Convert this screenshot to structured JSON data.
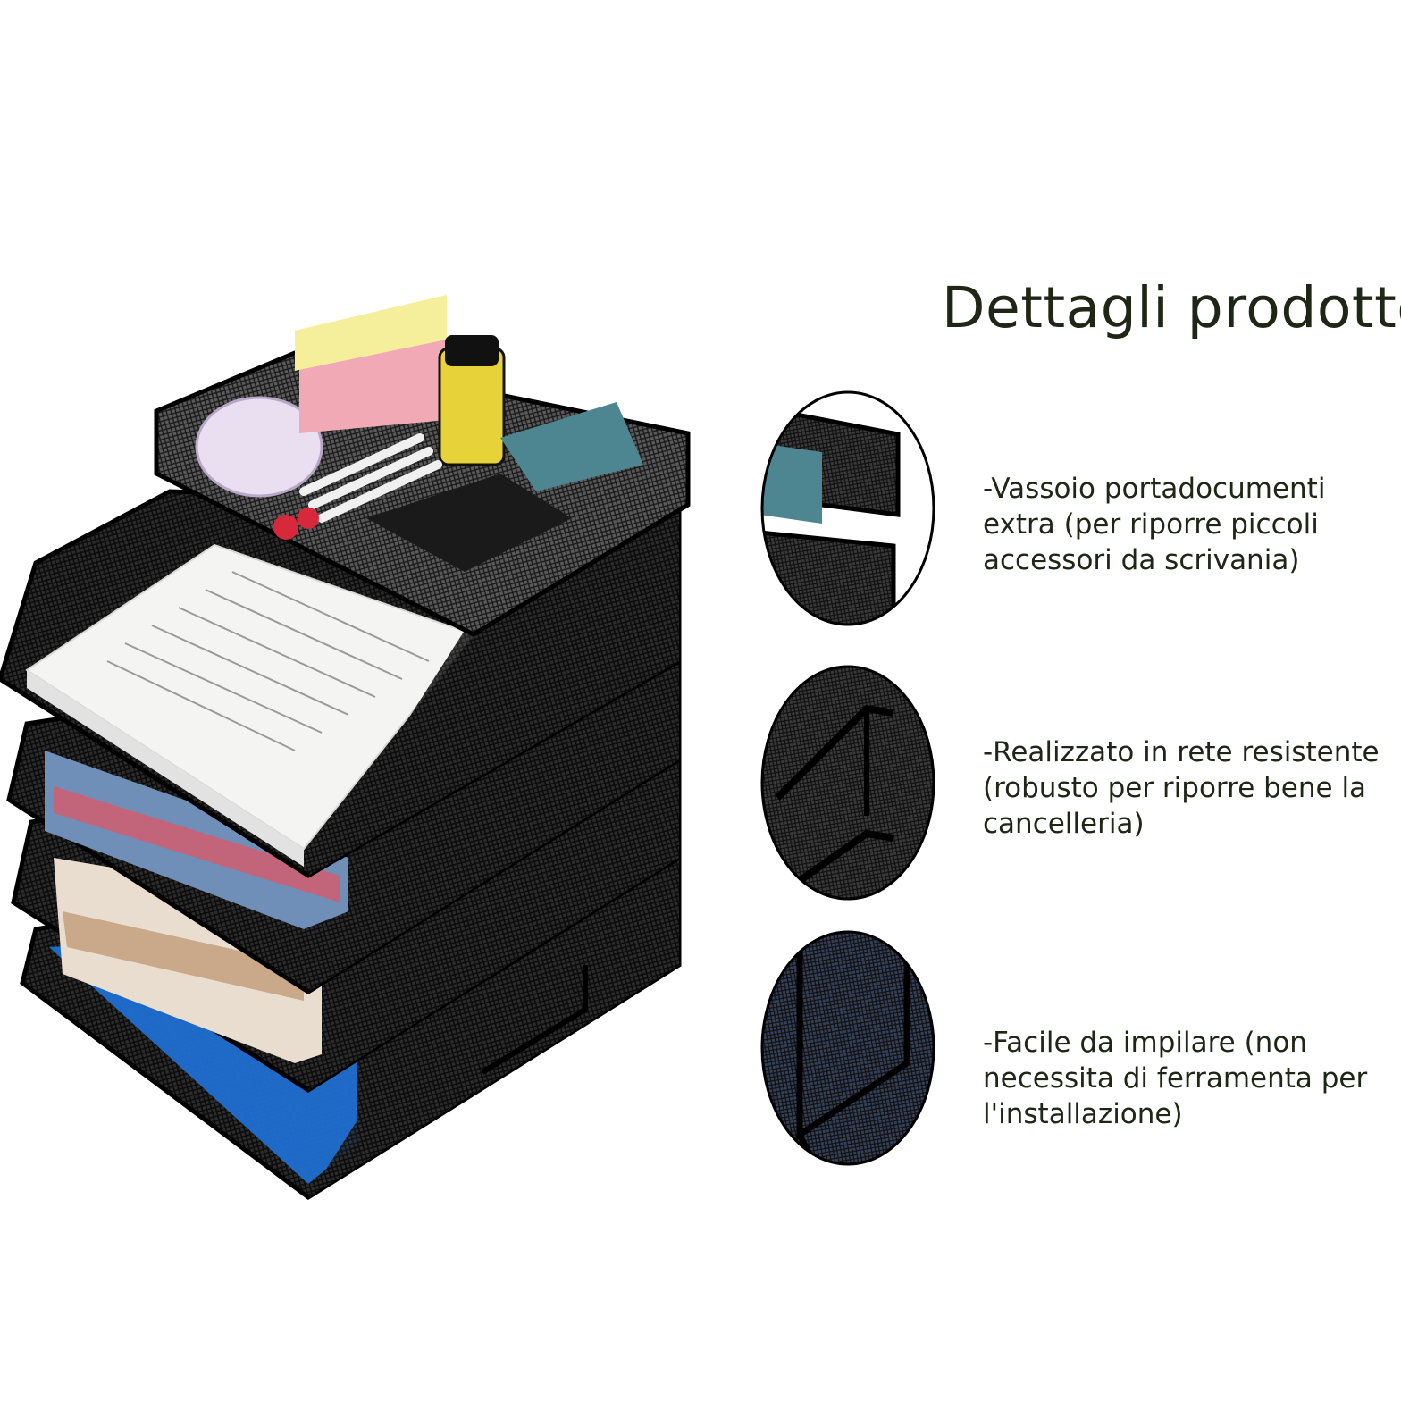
{
  "title": "Dettagli prodotto",
  "features": [
    {
      "lines": [
        "-Vassoio portadocumenti",
        "extra (per riporre piccoli",
        "accessori da scrivania)"
      ]
    },
    {
      "lines": [
        "-Realizzato in rete resistente",
        "(robusto per riporre bene la",
        "cancelleria)"
      ]
    },
    {
      "lines": [
        "-Facile da impilare (non",
        "necessita di ferramenta per",
        "l'installazione)"
      ]
    }
  ],
  "colors": {
    "text": "#1e2616",
    "mesh": "#1a1a1a",
    "background": "#ffffff",
    "blue_folder": "#1f6fd0",
    "sticky_yellow": "#f5ee9a",
    "sticky_pink": "#f1a9b6"
  }
}
